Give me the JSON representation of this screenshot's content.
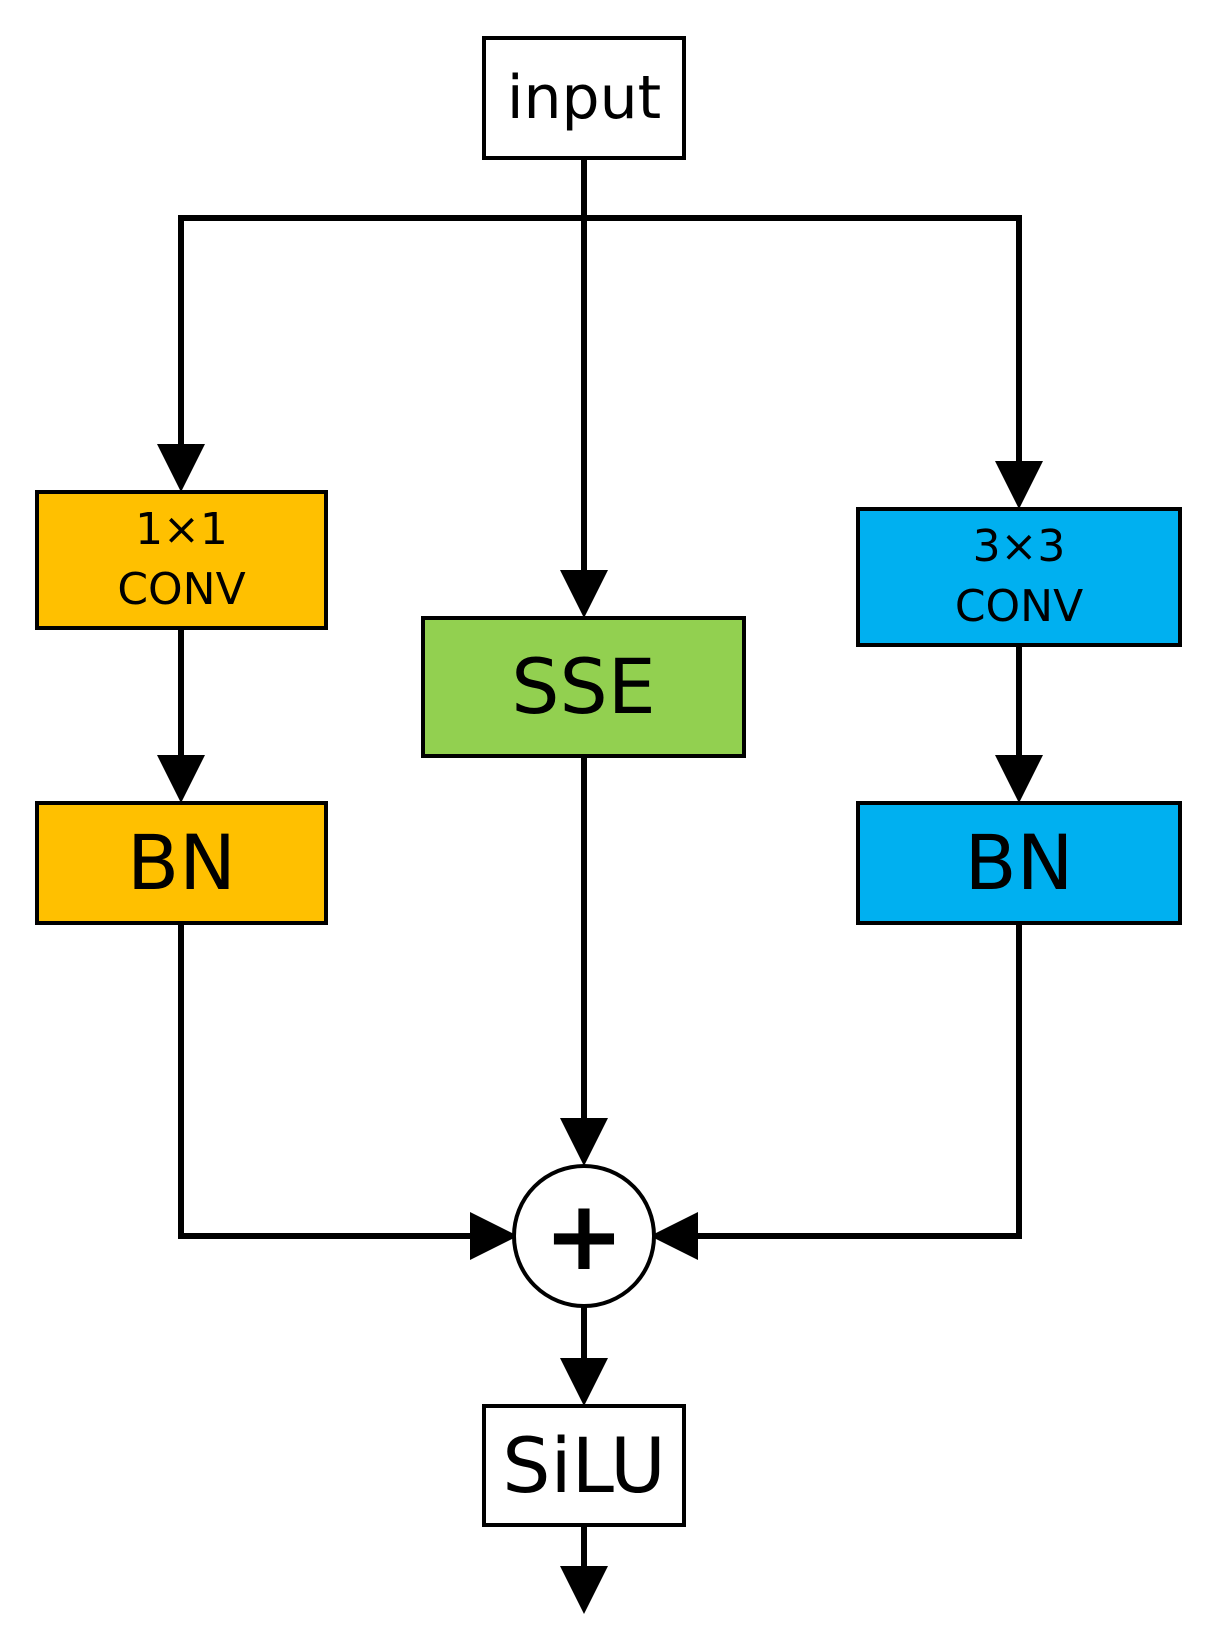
{
  "nodes": {
    "input": {
      "label": "input",
      "fill": "#ffffff"
    },
    "conv1": {
      "line1": "1×1",
      "line2": "CONV",
      "fill": "#ffc000"
    },
    "sse": {
      "label": "SSE",
      "fill": "#92d050"
    },
    "conv3": {
      "line1": "3×3",
      "line2": "CONV",
      "fill": "#00b0f0"
    },
    "bn1": {
      "label": "BN",
      "fill": "#ffc000"
    },
    "bn3": {
      "label": "BN",
      "fill": "#00b0f0"
    },
    "add": {
      "symbol": "+",
      "fill": "#ffffff"
    },
    "silu": {
      "label": "SiLU",
      "fill": "#ffffff"
    }
  },
  "colors": {
    "stroke": "#000000",
    "background": "#ffffff"
  }
}
